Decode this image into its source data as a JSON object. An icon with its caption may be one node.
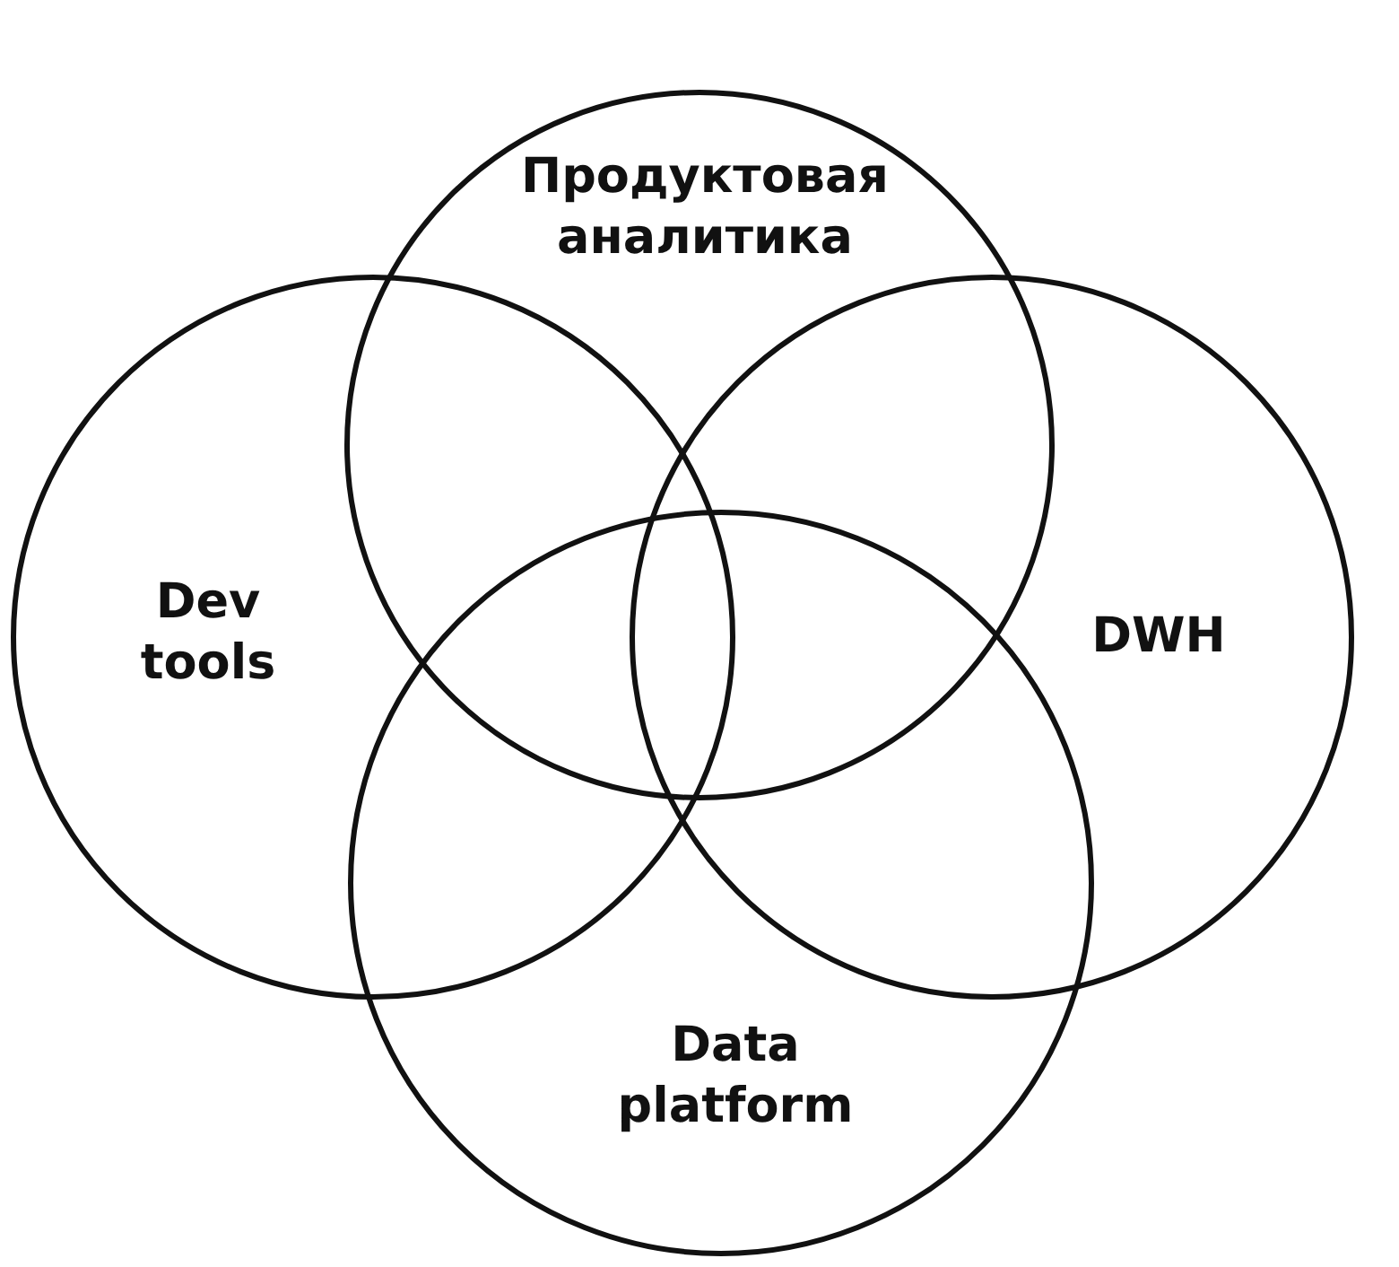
{
  "diagram": {
    "nodes": [
      {
        "text": [
          "Продуктовая аналитика"
        ]
      },
      {
        "text": [
          "Dev tools"
        ]
      },
      {
        "text": [
          "DWH"
        ]
      },
      {
        "text": [
          "Data platform"
        ]
      }
    ]
  }
}
